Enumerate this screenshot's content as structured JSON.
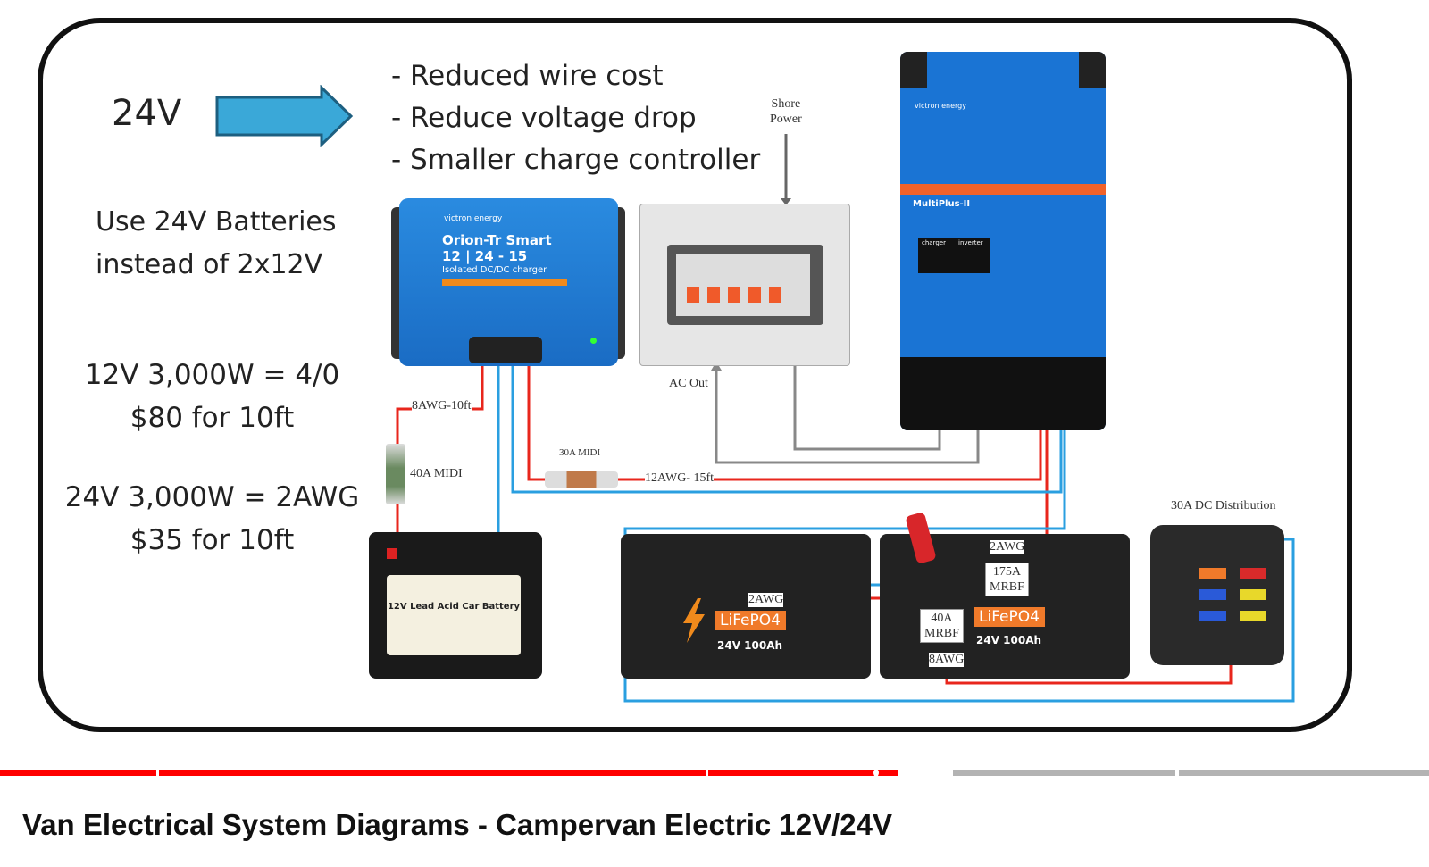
{
  "slide": {
    "voltage_label": "24V",
    "benefits": [
      "- Reduced wire cost",
      "- Reduce voltage drop",
      "- Smaller charge controller"
    ],
    "battery_note": [
      "Use 24V Batteries",
      "instead of 2x12V"
    ],
    "comparison_12v": [
      "12V 3,000W = 4/0",
      "$80 for 10ft"
    ],
    "comparison_24v": [
      "24V 3,000W = 2AWG",
      "$35 for 10ft"
    ]
  },
  "diagram": {
    "orion": {
      "brand": "victron energy",
      "name": "Orion-Tr Smart",
      "model": "12 | 24 - 15",
      "subtitle": "Isolated DC/DC charger"
    },
    "multiplus": {
      "brand": "victron energy",
      "name": "MultiPlus-II",
      "panel_left": "charger",
      "panel_right": "inverter"
    },
    "labels": {
      "shore_power": [
        "Shore",
        "Power"
      ],
      "ac_out": "AC Out",
      "wire_8awg_10ft": "8AWG-10ft",
      "fuse_40a": "40A MIDI",
      "fuse_30a": "30A MIDI",
      "wire_12awg_15ft": "12AWG- 15ft",
      "wire_2awg_a": "2AWG",
      "wire_2awg_b": "2AWG",
      "fuse_175a": [
        "175A",
        "MRBF"
      ],
      "fuse_40a_mrbf": [
        "40A",
        "MRBF"
      ],
      "wire_8awg": "8AWG",
      "dc_distribution": "30A DC Distribution"
    },
    "lifepo4": {
      "brand": "LiFePO4",
      "spec": "24V 100Ah"
    },
    "car_battery": {
      "label": "12V Lead Acid Car Battery"
    }
  },
  "colors": {
    "positive_wire": "#e8261c",
    "negative_wire": "#2a9fe0",
    "ac_wire": "#888888",
    "arrow": "#3aa8d8",
    "progress_played": "#ff0000",
    "progress_buffer": "#b3b3b3"
  },
  "player": {
    "progress_fraction": 0.63,
    "video_title": "Van Electrical System Diagrams - Campervan Electric 12V/24V"
  }
}
